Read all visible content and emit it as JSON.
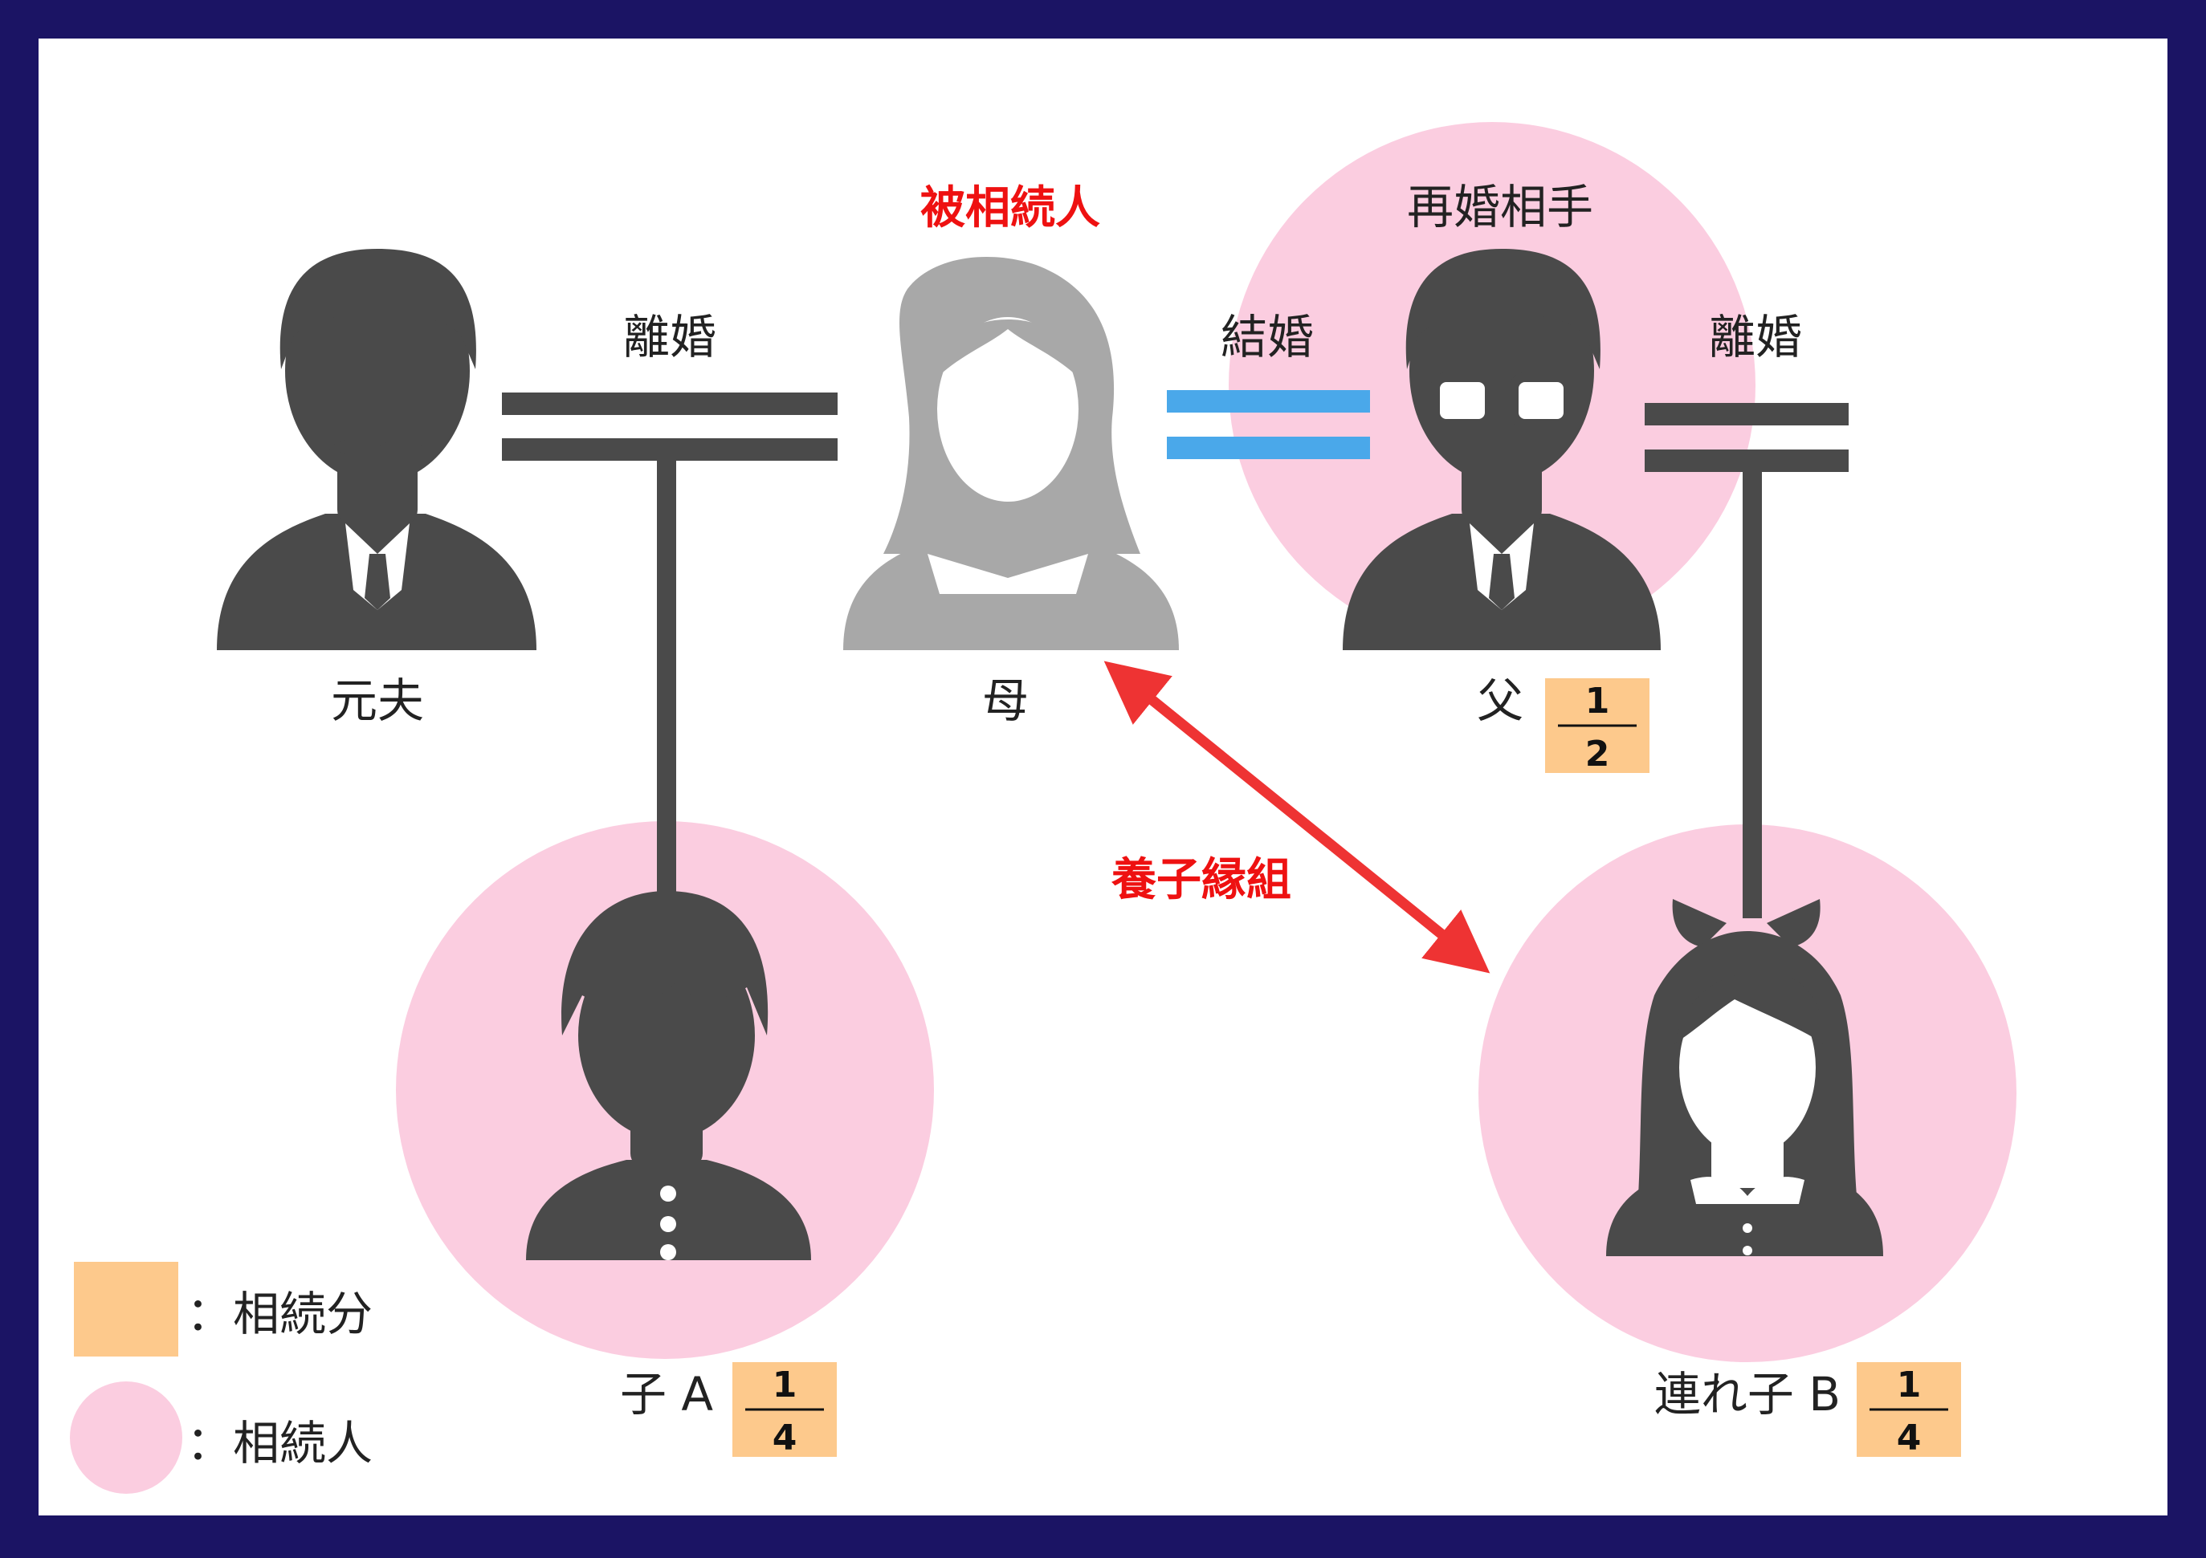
{
  "colors": {
    "frame": "#1b1464",
    "canvas": "#ffffff",
    "heir_circle": "#fbcde0",
    "share_box": "#fdc98c",
    "figure": "#4a4a4a",
    "deceased_figure": "#a8a8a8",
    "marriage_line": "#4aa8ea",
    "adoption_arrow": "#ee3333"
  },
  "labels": {
    "deceased": "被相続人",
    "remarried_partner": "再婚相手",
    "divorce_left": "離婚",
    "marriage": "結婚",
    "divorce_right": "離婚",
    "ex_husband": "元夫",
    "mother": "母",
    "father": "父",
    "child_a": "子 A",
    "stepchild_b": "連れ子 B",
    "adoption": "養子縁組"
  },
  "shares": {
    "father": {
      "numerator": "1",
      "denominator": "2"
    },
    "child_a": {
      "numerator": "1",
      "denominator": "4"
    },
    "stepchild_b": {
      "numerator": "1",
      "denominator": "4"
    }
  },
  "legend": {
    "share_label": "：相続分",
    "heir_label": "：相続人"
  },
  "icons": {
    "ex_husband": "man-with-mustache-icon",
    "mother": "woman-icon",
    "father": "man-with-glasses-icon",
    "child_a": "schoolboy-icon",
    "stepchild_b": "girl-with-ribbon-icon"
  }
}
